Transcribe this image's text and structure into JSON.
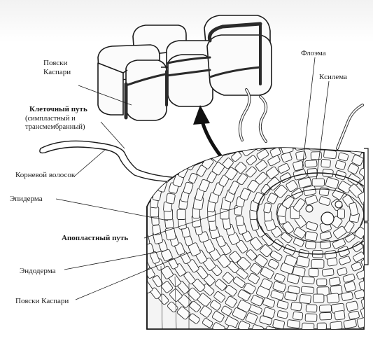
{
  "labels": {
    "casparian_top": [
      "Пояски",
      "Каспари"
    ],
    "cell_path_title": "Клеточный путь",
    "cell_path_sub": [
      "(симпластный и",
      "трансмембранный)"
    ],
    "root_hair": "Корневой волосок",
    "epidermis": "Эпидерма",
    "apoplast": "Апопластный путь",
    "endodermis": "Эндодерма",
    "casparian_bottom": "Пояски Каспари",
    "phloem": "Флоэма",
    "xylem": "Ксилема"
  },
  "colors": {
    "ink": "#1a1a1a",
    "strip": "#2b2b2b",
    "cell_fill": "#fbfbfb",
    "tissue_fill": "#e9e9e9"
  }
}
